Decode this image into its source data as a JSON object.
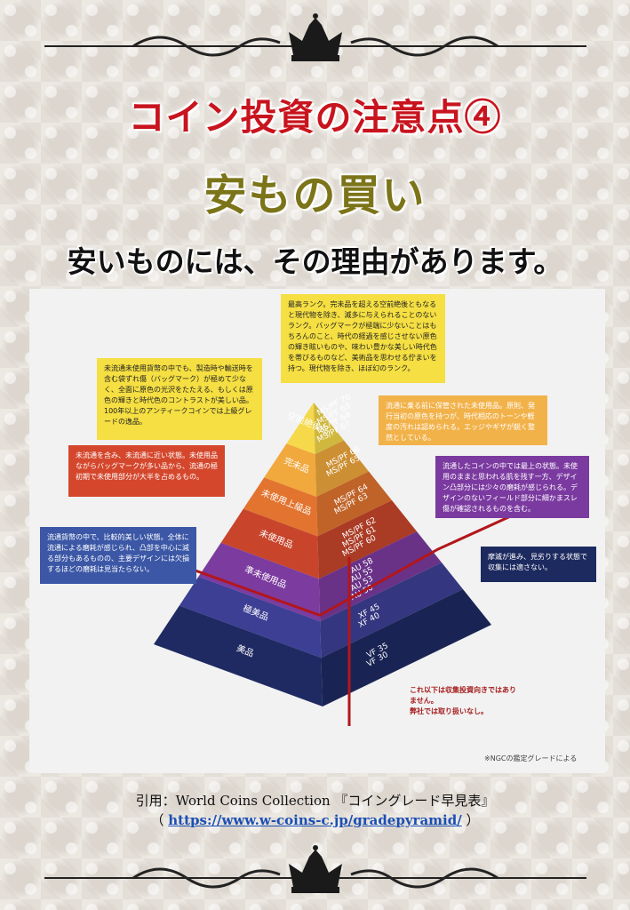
{
  "title": "コイン投資の注意点④",
  "subtitle": "安もの買い",
  "tagline": "安いものには、その理由があります。",
  "pyramid": {
    "layers": [
      {
        "label": "空前絶後品",
        "grades": [
          "MS/PF 70",
          "MS/PF 69",
          "MS/PF 68",
          "MS/PF 67"
        ],
        "color": "#f5d94a"
      },
      {
        "label": "完未品",
        "grades": [
          "MS/PF 66",
          "MS/PF 65"
        ],
        "color": "#f1a83c"
      },
      {
        "label": "未使用上級品",
        "grades": [
          "MS/PF 64",
          "MS/PF 63"
        ],
        "color": "#e2742f"
      },
      {
        "label": "未使用品",
        "grades": [
          "MS/PF 62",
          "MS/PF 61",
          "MS/PF 60"
        ],
        "color": "#c8452c"
      },
      {
        "label": "準未使用品",
        "grades": [
          "AU 58",
          "AU 55",
          "AU 53",
          "AU 50"
        ],
        "color": "#7c3b9f"
      },
      {
        "label": "極美品",
        "grades": [
          "XF 45",
          "XF 40"
        ],
        "color": "#3d3f95"
      },
      {
        "label": "美品",
        "grades": [
          "VF 35",
          "VF 30"
        ],
        "color": "#1f2a63"
      }
    ],
    "callouts": {
      "top": "最高ランク。完未品を超える空前絶後ともなると現代物を除き、滅多に与えられることのないランク。バッグマークが極端に少ないことはもちろんのこと、時代の経過を感じさせない原色の輝き眩いものや、味わい豊かな美しい時代色を帯びるものなど、美術品を思わせる佇まいを持つ。現代物を除き、ほぼ幻のランク。",
      "kanmi": "未流通未使用貨幣の中でも、製造時や輸送時を含む袋ずれ傷（バッグマーク）が極めて少なく、全面に原色の光沢をたたえる、もしくは原色の輝きと時代色のコントラストが美しい品。\n100年以上のアンティークコインでは上級グレードの逸品。",
      "joukyu": "流通に乗る前に保管された未使用品。原則、発行当初の原色を持つが、時代相応のトーンや軽度の汚れは認められる。エッジやギザが鋭く整然としている。",
      "mishiyou": "未流通を含み、未流通に近い状態。未使用品ながらバッグマークが多い品から、流通の極初期で未使用部分が大半を占めるもの。",
      "jun": "流通したコインの中では最上の状態。未使用のままと思われる肌を残す一方、デザイン凸部分には少々の磨耗が感じられる。デザインのないフィールド部分に細かまスレ傷が確認されるものを含む。",
      "goku": "流通貨幣の中で、比較的美しい状態。全体に流通による磨耗が感じられ、凸部を中心に減る部分もあるものの、主要デザインには欠損するほどの磨耗は見当たらない。",
      "bihin": "摩滅が進み、見劣りする状態で収集には適さない。"
    },
    "note": "これ以下は収集投資向きではありません。\n弊社では取り扱いなし。",
    "source_note": "※NGCの鑑定グレードによる"
  },
  "citation": {
    "line1": "引用：World Coins Collection 『コイングレード早見表』",
    "url": "https://www.w-coins-c.jp/gradepyramid/",
    "open_paren": "（",
    "close_paren": "）"
  }
}
